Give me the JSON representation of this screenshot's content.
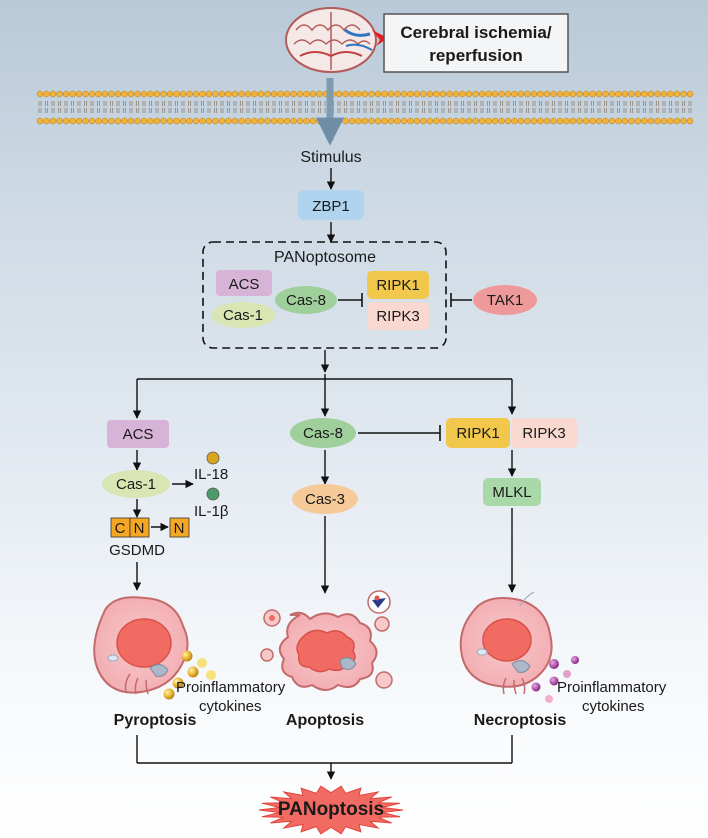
{
  "stimulus_box": {
    "line1": "Cerebral ischemia/",
    "line2": "reperfusion"
  },
  "stimulus_label": "Stimulus",
  "zbp1": "ZBP1",
  "panoptosome": {
    "title": "PANoptosome",
    "acs": "ACS",
    "cas1": "Cas-1",
    "cas8": "Cas-8",
    "ripk1": "RIPK1",
    "ripk3": "RIPK3",
    "tak1": "TAK1"
  },
  "pyroptosis_branch": {
    "acs": "ACS",
    "cas1": "Cas-1",
    "il18": "IL-18",
    "il1b": "IL-1β",
    "gsdmd_c": "C",
    "gsdmd_n": "N",
    "gsdmd_n2": "N",
    "gsdmd": "GSDMD",
    "cytokines_line1": "Proinflammatory",
    "cytokines_line2": "cytokines",
    "label": "Pyroptosis"
  },
  "apoptosis_branch": {
    "cas8": "Cas-8",
    "cas3": "Cas-3",
    "label": "Apoptosis"
  },
  "necroptosis_branch": {
    "ripk1": "RIPK1",
    "ripk3": "RIPK3",
    "mlkl": "MLKL",
    "cytokines_line1": "Proinflammatory",
    "cytokines_line2": "cytokines",
    "label": "Necroptosis"
  },
  "outcome": "PANoptosis",
  "colors": {
    "acs": "#d8b3d8",
    "cas1": "#d9e6b3",
    "cas8": "#9fcf9a",
    "ripk1": "#f1c74c",
    "ripk3": "#f9d9cf",
    "tak1": "#ee9a9a",
    "zbp1": "#aed4ef",
    "cas3": "#f6c999",
    "mlkl": "#a9d9a9",
    "gsdmd": "#f5a623",
    "burst": "#f26b63",
    "membrane_head": "#f2b33c"
  }
}
